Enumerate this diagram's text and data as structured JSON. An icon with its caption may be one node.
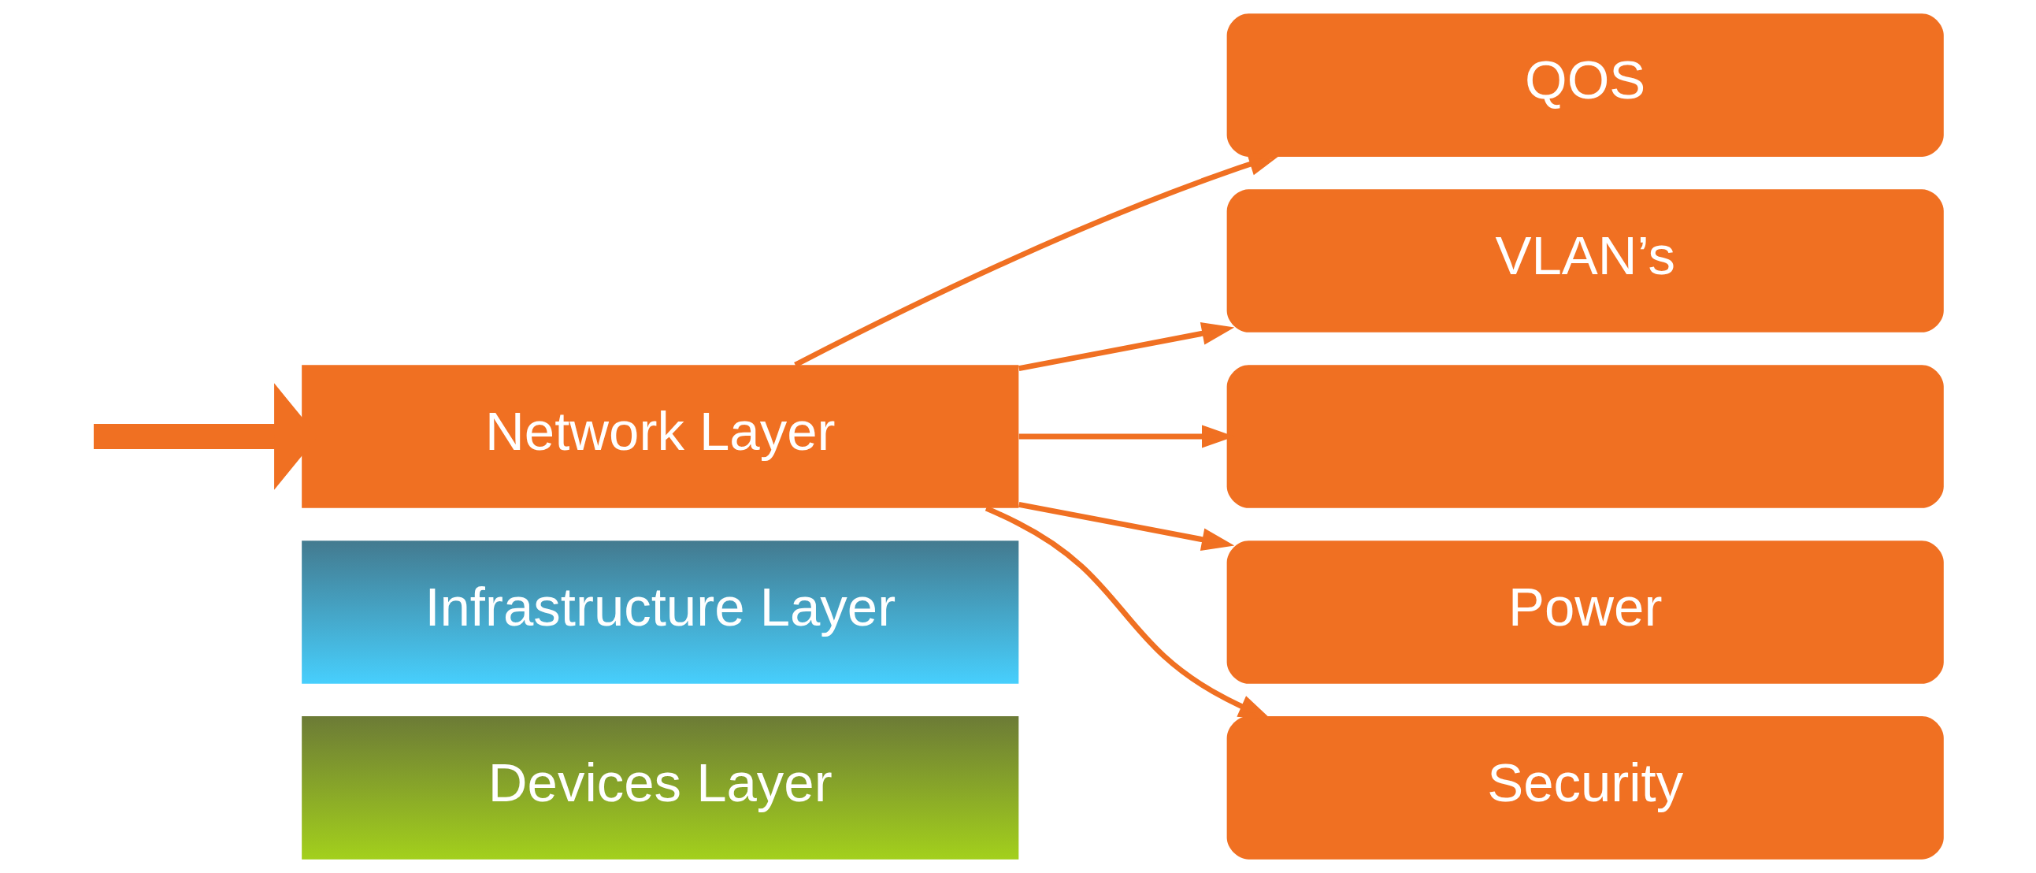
{
  "diagram": {
    "nodes": [
      {
        "text": [
          "Devices Layer"
        ]
      },
      {
        "text": [
          "Infrastructure Layer"
        ]
      },
      {
        "text": [
          "Network Layer"
        ]
      },
      {
        "text": [
          "QOS"
        ]
      },
      {
        "text": [
          "VLAN’s"
        ]
      },
      {
        "text": [],
        "shape": "box"
      },
      {
        "text": [
          "Power"
        ]
      },
      {
        "text": [
          "Security"
        ]
      }
    ],
    "edges": [
      {
        "from": null,
        "to": 2,
        "arrow": "to",
        "style": "thick"
      },
      {
        "from": 2,
        "to": 3,
        "arrow": "to"
      },
      {
        "from": 2,
        "to": 4,
        "arrow": "to"
      },
      {
        "from": 2,
        "to": 5,
        "arrow": "to"
      },
      {
        "from": 2,
        "to": 6,
        "arrow": "to"
      },
      {
        "from": 2,
        "to": 7,
        "arrow": "to"
      }
    ]
  }
}
